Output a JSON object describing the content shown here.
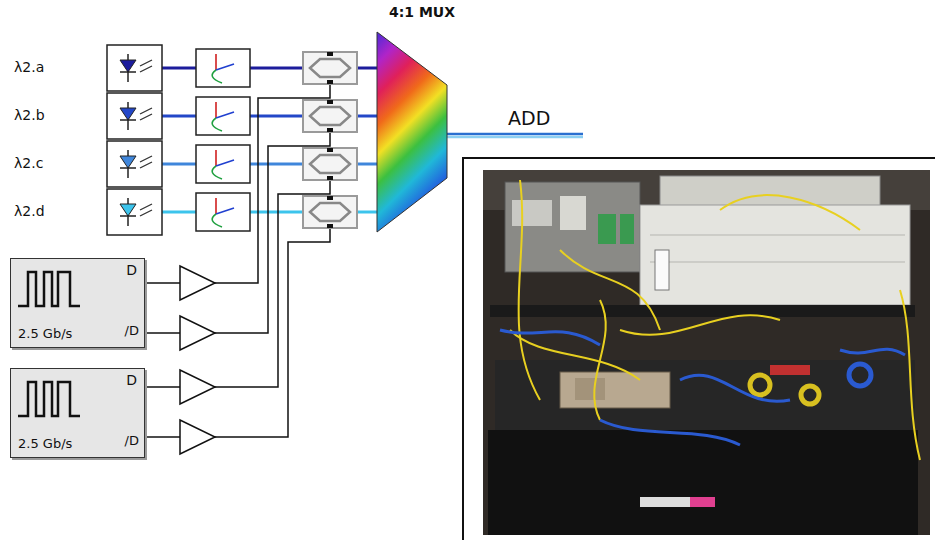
{
  "diagram": {
    "nodes": [
      {
        "text": [
          "4:1 MUX"
        ]
      },
      {
        "text": [
          "D",
          "2.5 Gb/s",
          "/D"
        ]
      },
      {
        "text": [
          "D",
          "2.5 Gb/s",
          "/D"
        ]
      }
    ],
    "labels": [
      "λ2.a",
      "λ2.b",
      "λ2.c",
      "λ2.d",
      "ADD"
    ]
  }
}
